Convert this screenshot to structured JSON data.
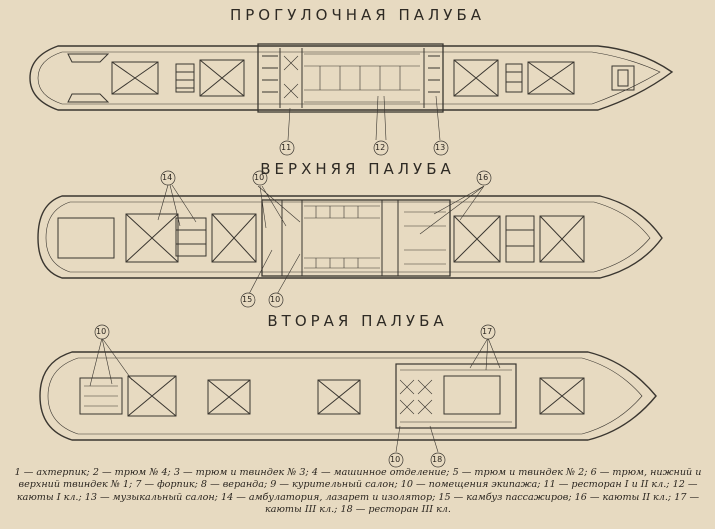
{
  "decks": [
    {
      "title": "ПРОГУЛОЧНАЯ ПАЛУБА",
      "callouts": [
        "11",
        "12",
        "13"
      ]
    },
    {
      "title": "ВЕРХНЯЯ ПАЛУБА",
      "callouts": [
        "14",
        "10",
        "16",
        "15",
        "10"
      ]
    },
    {
      "title": "ВТОРАЯ ПАЛУБА",
      "callouts": [
        "10",
        "17",
        "10",
        "18"
      ]
    }
  ],
  "legend": [
    "1 — ахтерпик;",
    "2 — трюм № 4;",
    "3 — трюм и твиндек № 3;",
    "4 — машинное отделение;",
    "5 — трюм и твиндек № 2;",
    "6 — трюм, нижний и верхний твиндек № 1;",
    "7 — форпик;",
    "8 — веранда;",
    "9 — курительный салон;",
    "10 — помещения экипажа;",
    "11 — ресторан I и II кл.;",
    "12 — каюты I кл.;",
    "13 — музыкальный салон;",
    "14 — амбулатория, лазарет и изолятор;",
    "15 — камбуз пассажиров;",
    "16 — каюты II кл.;",
    "17 — каюты III кл.;",
    "18 — ресторан III кл."
  ],
  "colors": {
    "paper": "#e7dac1",
    "ink": "#3a3630"
  }
}
